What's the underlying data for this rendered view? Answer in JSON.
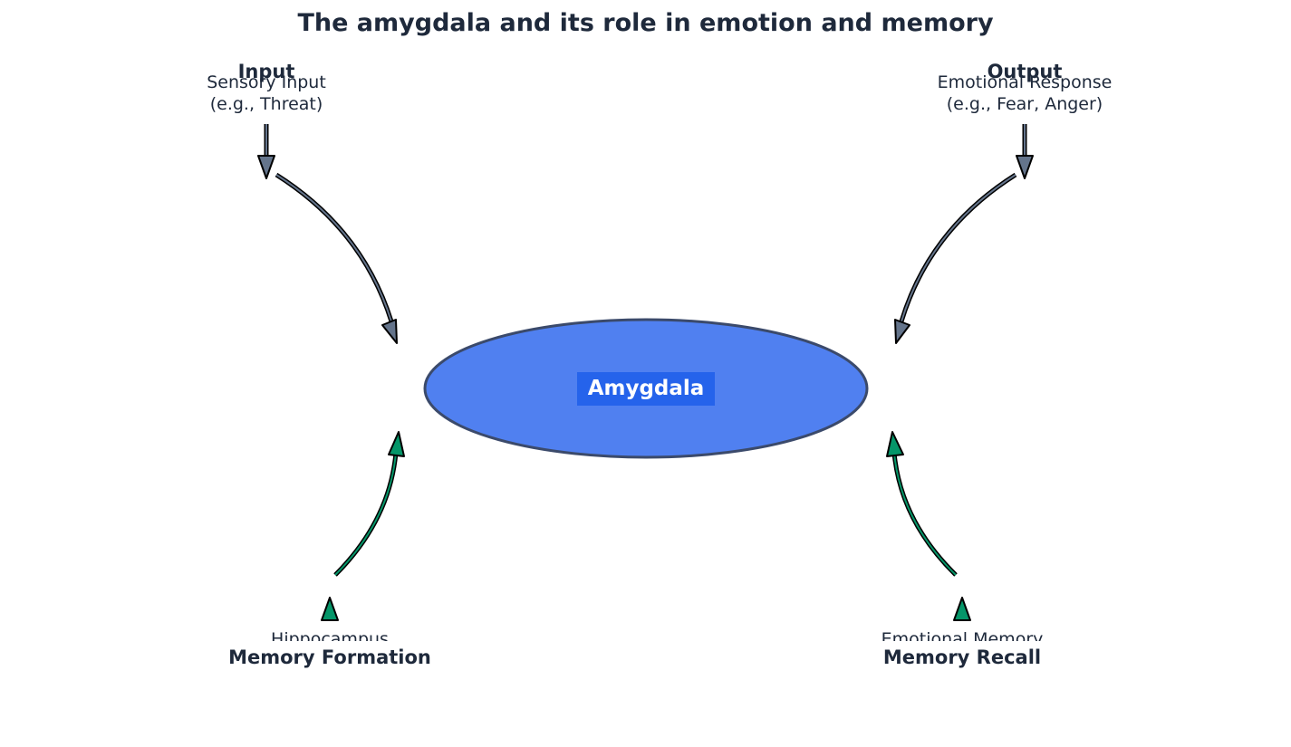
{
  "title": "The amygdala and its role in emotion and memory",
  "center": {
    "label": "Amygdala",
    "fill": "#5080f0",
    "label_bg": "#2563eb"
  },
  "nodes": {
    "input": {
      "heading": "Input",
      "line1": "Sensory Input",
      "line2": "(e.g., Threat)"
    },
    "output": {
      "heading": "Output",
      "line1": "Emotional Response",
      "line2": "(e.g., Fear, Anger)"
    },
    "formation": {
      "heading": "Memory Formation",
      "line1": "Hippocampus"
    },
    "recall": {
      "heading": "Memory Recall",
      "line1": "Emotional Memory"
    }
  },
  "colors": {
    "arrow_gray": "#64748b",
    "arrow_green": "#059669",
    "text": "#1e293b"
  }
}
